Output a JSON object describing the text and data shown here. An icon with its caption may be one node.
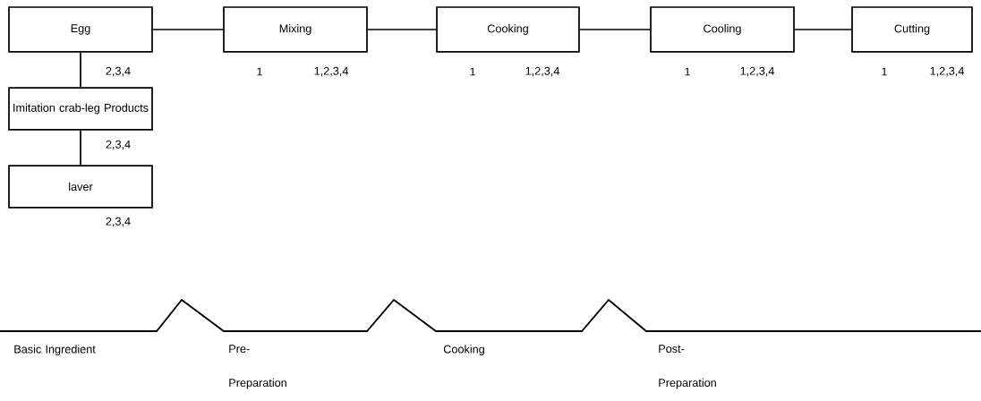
{
  "diagram": {
    "nodes": [
      {
        "text": [
          "Egg"
        ],
        "beside": [
          "2,3,4"
        ]
      },
      {
        "text": [
          "Mixing"
        ],
        "beside": [
          "1",
          "1,2,3,4"
        ]
      },
      {
        "text": [
          "Cooking"
        ],
        "beside": [
          "1",
          "1,2,3,4"
        ]
      },
      {
        "text": [
          "Cooling"
        ],
        "beside": [
          "1",
          "1,2,3,4"
        ]
      },
      {
        "text": [
          "Cutting"
        ],
        "beside": [
          "1",
          "1,2,3,4"
        ]
      },
      {
        "text": [
          "Imitation crab-leg Products"
        ],
        "beside": [
          "2,3,4"
        ]
      },
      {
        "text": [
          "laver"
        ],
        "beside": [
          "2,3,4"
        ]
      }
    ],
    "edges": [
      {
        "from": 0,
        "to": 1,
        "arrow": "none"
      },
      {
        "from": 1,
        "to": 2,
        "arrow": "none"
      },
      {
        "from": 2,
        "to": 3,
        "arrow": "none"
      },
      {
        "from": 3,
        "to": 4,
        "arrow": "none"
      },
      {
        "from": 0,
        "to": 5,
        "arrow": "none"
      },
      {
        "from": 5,
        "to": 6,
        "arrow": "none"
      }
    ],
    "labels": [
      "Basic Ingredient",
      "Pre- Preparation",
      "Cooking",
      "Post- Preparation"
    ]
  }
}
